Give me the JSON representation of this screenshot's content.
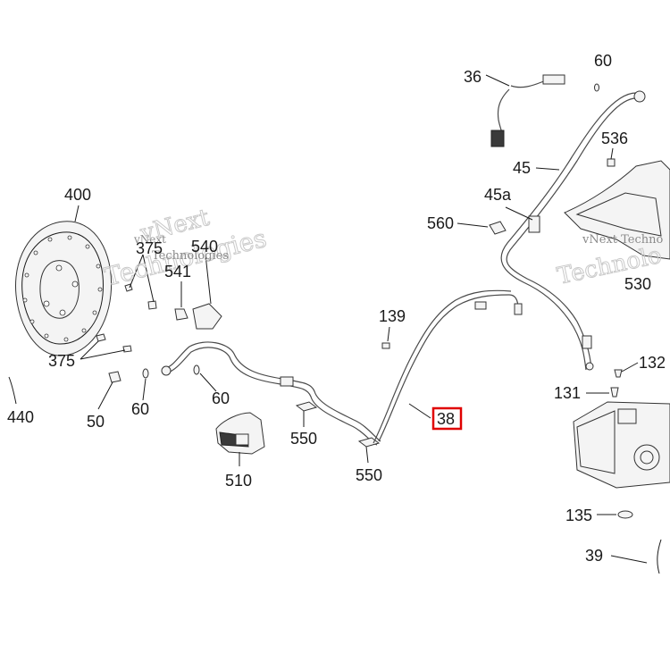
{
  "diagram": {
    "highlight_color": "#e00000",
    "watermark_lines": [
      "vNext",
      "Technologies"
    ],
    "watermark_right": [
      "vNext Techno",
      "Technolo"
    ],
    "parts": [
      {
        "id": "400",
        "label": "400"
      },
      {
        "id": "375a",
        "label": "375"
      },
      {
        "id": "540",
        "label": "540"
      },
      {
        "id": "541",
        "label": "541"
      },
      {
        "id": "375b",
        "label": "375"
      },
      {
        "id": "440",
        "label": "440"
      },
      {
        "id": "50",
        "label": "50"
      },
      {
        "id": "60a",
        "label": "60"
      },
      {
        "id": "60b",
        "label": "60"
      },
      {
        "id": "510",
        "label": "510"
      },
      {
        "id": "550a",
        "label": "550"
      },
      {
        "id": "550b",
        "label": "550"
      },
      {
        "id": "139",
        "label": "139"
      },
      {
        "id": "560",
        "label": "560"
      },
      {
        "id": "45a",
        "label": "45a"
      },
      {
        "id": "45",
        "label": "45"
      },
      {
        "id": "36",
        "label": "36"
      },
      {
        "id": "60c",
        "label": "60"
      },
      {
        "id": "536",
        "label": "536"
      },
      {
        "id": "530",
        "label": "530"
      },
      {
        "id": "132",
        "label": "132"
      },
      {
        "id": "131",
        "label": "131"
      },
      {
        "id": "135",
        "label": "135"
      },
      {
        "id": "39",
        "label": "39"
      }
    ],
    "highlighted_part": {
      "id": "38",
      "label": "38"
    }
  }
}
